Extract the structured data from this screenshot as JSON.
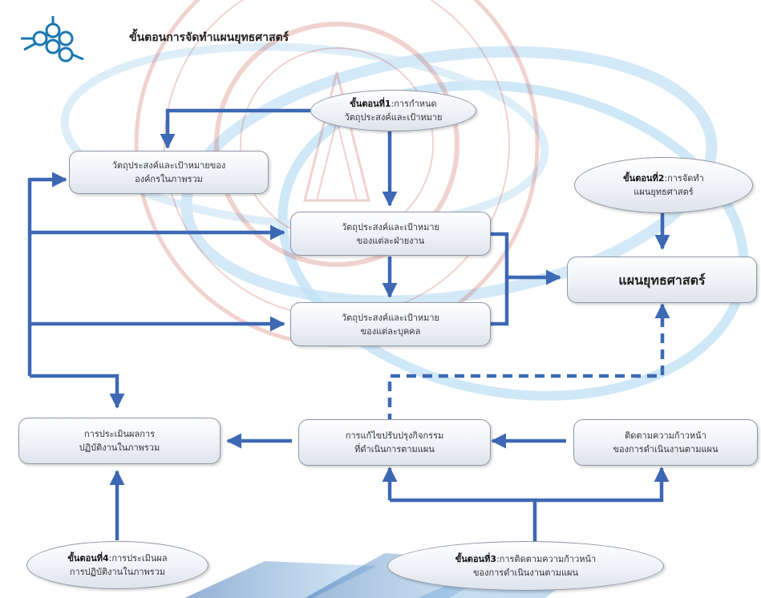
{
  "title": "ขั้นตอนการจัดทำแผนยุทธศาสตร์",
  "colors": {
    "arrow": "#3d68b3",
    "ring": "#b6d9f2",
    "watermark": "#c0392b"
  },
  "icons": {
    "logo": "molecule-logo-icon"
  },
  "nodes": {
    "step1": {
      "label": "ขั้นตอนที่1",
      "text": ":การกำหนด",
      "line2": "วัตถุประสงค์และเป้าหมาย"
    },
    "org": {
      "line1": "วัตถุประสงค์และเป้าหมายของ",
      "line2": "องค์กรในภาพรวม"
    },
    "dept": {
      "line1": "วัตถุประสงค์และเป้าหมาย",
      "line2": "ของแต่ละฝ่ายงาน"
    },
    "person": {
      "line1": "วัตถุประสงค์และเป้าหมาย",
      "line2": "ของแต่ละบุคคล"
    },
    "step2": {
      "label": "ขั้นตอนที่2",
      "text": ":การจัดทำ",
      "line2": "แผนยุทธศาสตร์"
    },
    "plan": {
      "text": "แผนยุทธศาสตร์"
    },
    "eval": {
      "line1": "การประเมินผลการ",
      "line2": "ปฏิบัติงานในภาพรวม"
    },
    "fix": {
      "line1": "การแก้ไขปรับปรุงกิจกรรม",
      "line2": "ที่ดำเนินการตามแผน"
    },
    "track": {
      "line1": "ติดตามความก้าวหน้า",
      "line2": "ของการดำเนินงานตามแผน"
    },
    "step4": {
      "label": "ขั้นตอนที่4",
      "text": ":การประเมินผล",
      "line2": "การปฏิบัติงานในภาพรวม"
    },
    "step3": {
      "label": "ขั้นตอนที่3",
      "text": ":การติดตามความก้าวหน้า",
      "line2": "ของการดำเนินงานตามแผน"
    }
  }
}
